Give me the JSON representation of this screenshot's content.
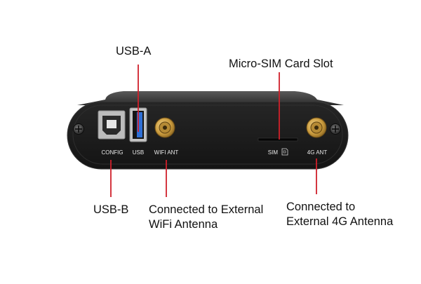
{
  "colors": {
    "background": "#ffffff",
    "leader_line": "#d0202a",
    "device_body": "#1c1c1c",
    "label_text": "#111111",
    "usb_a_insert": "#2f6fd6"
  },
  "ports": {
    "config": "CONFIG",
    "usb": "USB",
    "wifi_ant": "WIFI ANT",
    "sim": "SIM",
    "ant_4g": "4G ANT"
  },
  "callouts": {
    "usb_a": "USB-A",
    "micro_sim": "Micro-SIM Card Slot",
    "usb_b": "USB-B",
    "wifi_line1": "Connected to External",
    "wifi_line2": "WiFi Antenna",
    "ant4g_line1": "Connected to",
    "ant4g_line2": "External 4G Antenna"
  },
  "icons": [
    "usb-b-port-icon",
    "usb-a-port-icon",
    "sma-connector-icon",
    "sim-card-icon",
    "screw-icon"
  ]
}
